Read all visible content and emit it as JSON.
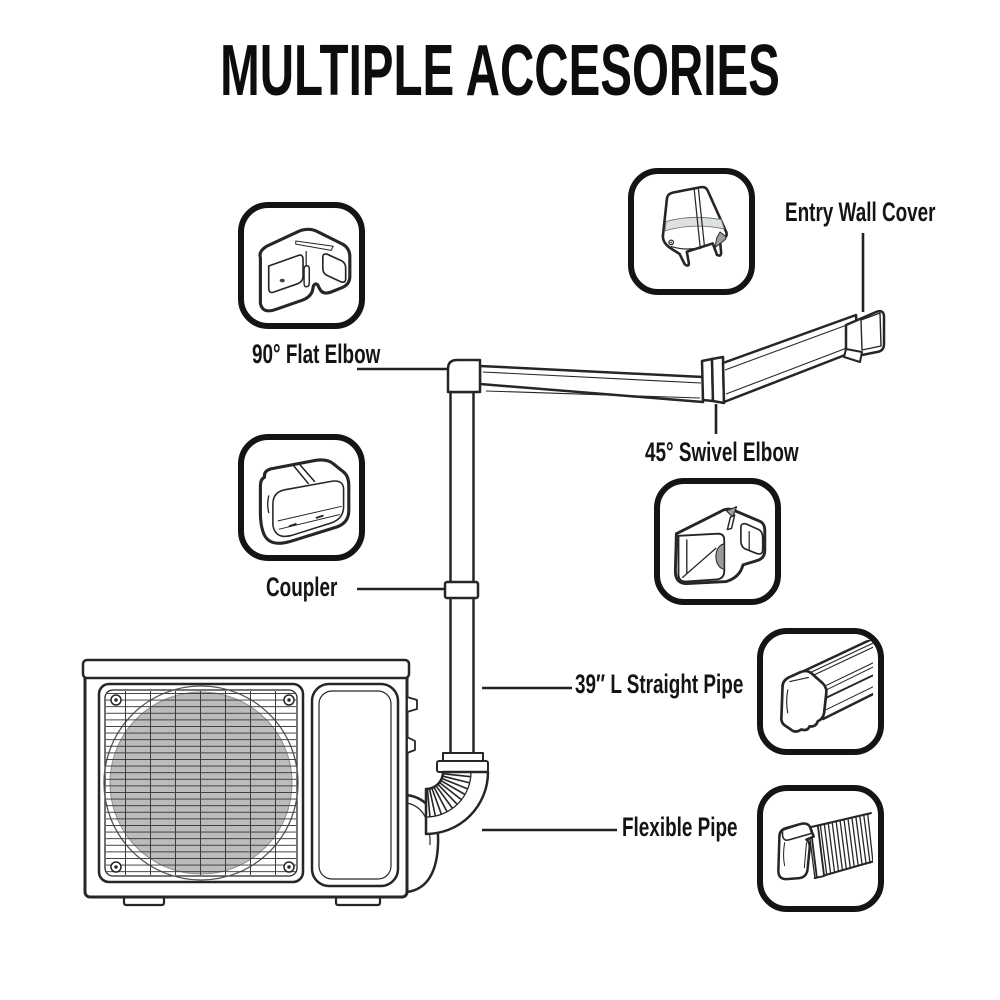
{
  "title": "MULTIPLE ACCESORIES",
  "callouts": [
    {
      "id": "flat-elbow",
      "label": "90° Flat Elbow",
      "icon": "flat-elbow-icon"
    },
    {
      "id": "entry-wall-cover",
      "label": "Entry Wall Cover",
      "icon": "entry-wall-cover-icon"
    },
    {
      "id": "coupler",
      "label": "Coupler",
      "icon": "coupler-icon"
    },
    {
      "id": "swivel-elbow",
      "label": "45° Swivel Elbow",
      "icon": "swivel-elbow-icon"
    },
    {
      "id": "straight-pipe",
      "label": "39″ L Straight Pipe",
      "icon": "straight-pipe-icon"
    },
    {
      "id": "flexible-pipe",
      "label": "Flexible Pipe",
      "icon": "flexible-pipe-icon"
    }
  ],
  "illustration_parts": [
    "outdoor-condenser-unit",
    "line-set-cover-pipe-run"
  ],
  "colors": {
    "background": "#ffffff",
    "line": "#262626",
    "text": "#141414",
    "fan_gray": "#bcbcbc",
    "cover_window": "#dce3dd",
    "shadow_gray": "#9aa09b"
  }
}
